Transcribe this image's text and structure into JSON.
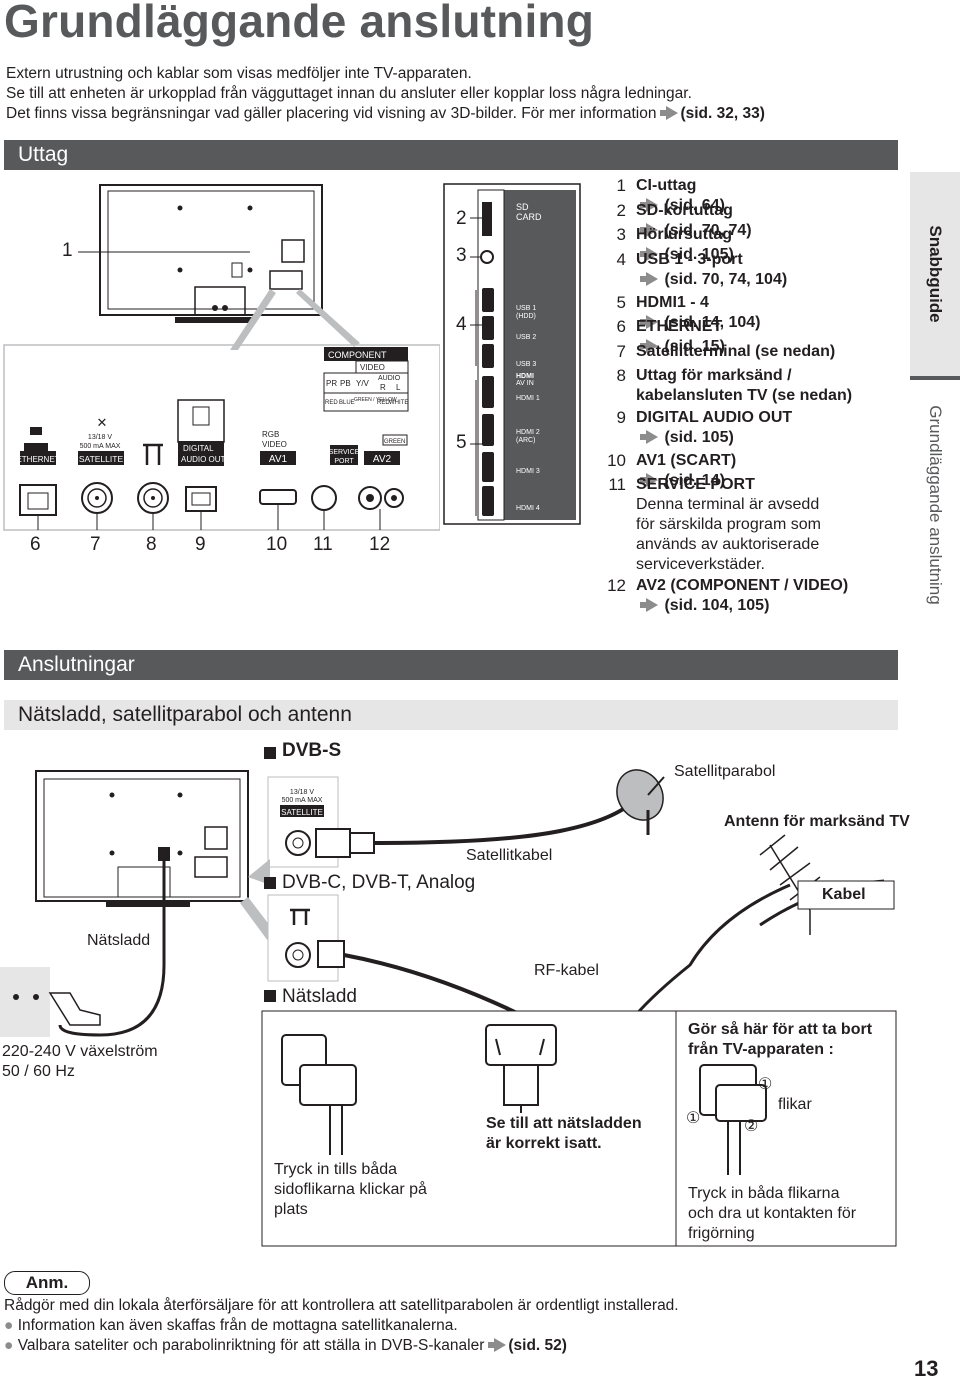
{
  "page_title": "Grundläggande anslutning",
  "intro": [
    "Extern utrustning och kablar som visas medföljer inte TV-apparaten.",
    "Se till att enheten är urkopplad från vägguttaget innan du ansluter eller kopplar loss några ledningar.",
    "Det finns vissa begränsningar vad gäller placering vid visning av 3D-bilder. För mer information",
    "(sid. 32, 33)"
  ],
  "sections": {
    "uttag": "Uttag",
    "anslutningar": "Anslutningar",
    "natsladd_sub": "Nätsladd, satellitparabol och antenn"
  },
  "side_tabs": {
    "snabbguide": "Snabbguide",
    "grundlaggande": "Grundläggande anslutning"
  },
  "diagram_numbers": {
    "n1": "1",
    "n2": "2",
    "n3": "3",
    "n4": "4",
    "n5": "5",
    "n6": "6",
    "n7": "7",
    "n8": "8",
    "n9": "9",
    "n10": "10",
    "n11": "11",
    "n12": "12"
  },
  "port_labels": {
    "ethernet": "ETHERNET",
    "satellite_volts": "13/18 V",
    "satellite_ma": "500 mA  MAX",
    "satellite": "SATELLITE",
    "digital": "DIGITAL",
    "audio_out": "AUDIO OUT",
    "rgb": "RGB",
    "video": "VIDEO",
    "av1": "AV1",
    "component": "COMPONENT",
    "video2": "VIDEO",
    "audio": "AUDIO",
    "pr": "PR",
    "pb": "PB",
    "yv": "Y/V",
    "r": "R",
    "l": "L",
    "red": "RED",
    "blue": "BLUE",
    "green_yellow": "GREEN / YELLOW",
    "red2": "RED",
    "white": "WHITE",
    "service": "SERVICE",
    "port": "PORT",
    "green": "GREEN",
    "av2": "AV2",
    "sd": "SD",
    "card": "CARD",
    "usb1": "USB 1",
    "hdd": "(HDD)",
    "usb2": "USB 2",
    "usb3": "USB 3",
    "hdmi_logo": "HDMI",
    "av_in": "AV IN",
    "hdmi1": "HDMI 1",
    "hdmi2": "HDMI 2",
    "arc": "(ARC)",
    "hdmi3": "HDMI 3",
    "hdmi4": "HDMI 4"
  },
  "port_list": [
    {
      "num": "1",
      "lines": [
        "CI-uttag",
        "(sid. 64)"
      ]
    },
    {
      "num": "2",
      "lines": [
        "SD-kortuttag",
        "(sid. 70, 74)"
      ]
    },
    {
      "num": "3",
      "lines": [
        "Hörlursuttag",
        "(sid. 105)"
      ]
    },
    {
      "num": "4",
      "lines": [
        "USB 1 - 3-port",
        "(sid. 70, 74, 104)"
      ]
    },
    {
      "num": "5",
      "lines": [
        "HDMI1 - 4",
        "(sid. 14, 104)"
      ]
    },
    {
      "num": "6",
      "lines": [
        "ETHERNET",
        "(sid. 15)"
      ]
    },
    {
      "num": "7",
      "lines": [
        "Satellitterminal (se nedan)"
      ]
    },
    {
      "num": "8",
      "lines": [
        "Uttag för marksänd /",
        "kabelansluten TV (se nedan)"
      ]
    },
    {
      "num": "9",
      "lines": [
        "DIGITAL AUDIO OUT",
        "(sid. 105)"
      ]
    },
    {
      "num": "10",
      "lines": [
        "AV1 (SCART)",
        "(sid. 14)"
      ]
    },
    {
      "num": "11",
      "lines": [
        "SERVICE PORT",
        "Denna terminal är avsedd",
        "för särskilda program som",
        "används av auktoriserade",
        "serviceverkstäder."
      ]
    },
    {
      "num": "12",
      "lines": [
        "AV2 (COMPONENT / VIDEO)",
        "(sid. 104, 105)"
      ]
    }
  ],
  "connection": {
    "dvbs": "DVB-S",
    "dvbc": "DVB-C, DVB-T, Analog",
    "natsladd_head": "Nätsladd",
    "satellitparabol": "Satellitparabol",
    "antenn": "Antenn för marksänd TV",
    "kabel": "Kabel",
    "satellitkabel": "Satellitkabel",
    "rf_kabel": "RF-kabel",
    "natsladd": "Nätsladd",
    "voltage1": "220-240 V växelström",
    "voltage2": "50 / 60 Hz",
    "sat_volts": "13/18 V",
    "sat_ma": "500 mA  MAX",
    "sat_label": "SATELLITE"
  },
  "plug_box": {
    "press1": "Tryck in tills båda",
    "press2": "sidoflikarna klickar på",
    "press3": "plats",
    "check1": "Se till att nätsladden",
    "check2": "är korrekt isatt.",
    "remove1": "Gör så här för att ta bort",
    "remove2": "från TV-apparaten :",
    "flikar": "flikar",
    "c1": "①",
    "c2": "②",
    "c3": "①",
    "release1": "Tryck in båda flikarna",
    "release2": "och dra ut kontakten för",
    "release3": "frigörning"
  },
  "note": {
    "label": "Anm.",
    "lines": [
      "Rådgör med din lokala återförsäljare för att kontrollera att satellitparabolen är ordentligt installerad.",
      "Information kan även skaffas från de mottagna satellitkanalerna.",
      "Valbara sateliter och parabolinriktning för att ställa in DVB-S-kanaler",
      "(sid. 52)"
    ]
  },
  "page_number": "13"
}
